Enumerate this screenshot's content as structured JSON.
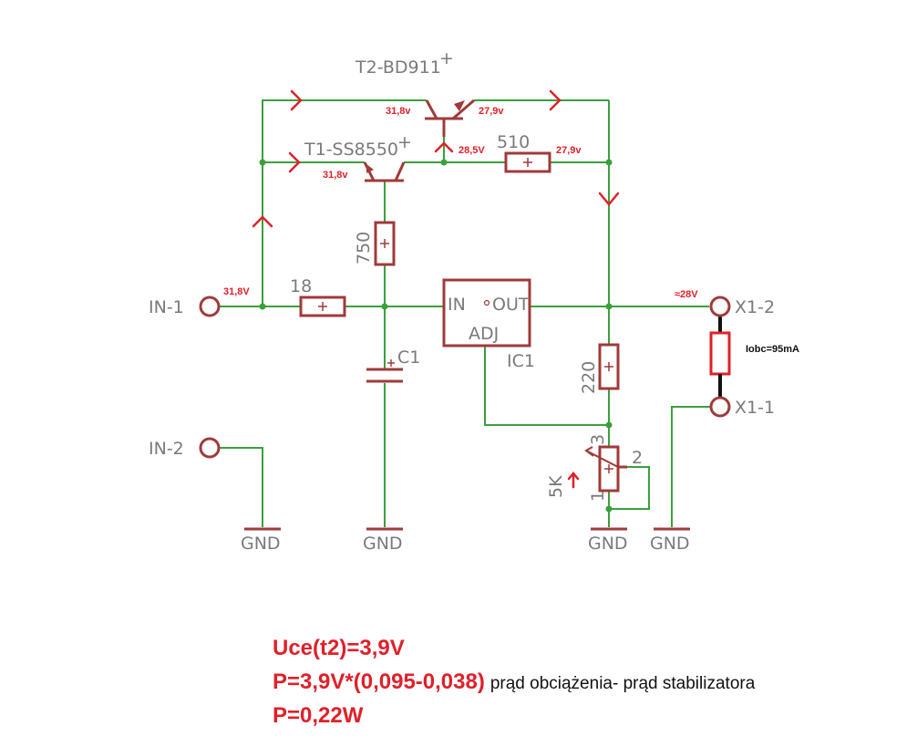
{
  "labels": {
    "t2": "T2-BD911",
    "t1": "T1-SS8550",
    "r510": "510",
    "r750": "750",
    "r18": "18",
    "r220": "220",
    "pot": "5K",
    "c1": "C1",
    "ic1": "IC1",
    "ic_in": "IN",
    "ic_out": "OUT",
    "ic_adj": "ADJ",
    "in1": "IN-1",
    "in2": "IN-2",
    "x1_2": "X1-2",
    "x1_1": "X1-1",
    "gnd": "GND",
    "pot_pin3": "3",
    "pot_pin2": "2",
    "pot_pin1": "1",
    "plus": "+"
  },
  "voltages": {
    "t2_base": "31,8v",
    "t2_emitter": "27,9v",
    "t1_emitter": "31,8v",
    "node_285": "28,5V",
    "r510_right": "27,9v",
    "in1": "31,8V",
    "out": "≈28V",
    "load_current": "Iobc=95mA"
  },
  "notes": {
    "line1": "Uce(t2)=3,9V",
    "line2": "P=3,9V*(0,095-0,038)",
    "line2_comment": "prąd obciążenia- prąd stabilizatora",
    "line3": "P=0,22W"
  },
  "colors": {
    "wire": "#3aa13a",
    "component": "#a03a3a",
    "annotation": "#e0202a",
    "label": "#7a7a7a"
  }
}
